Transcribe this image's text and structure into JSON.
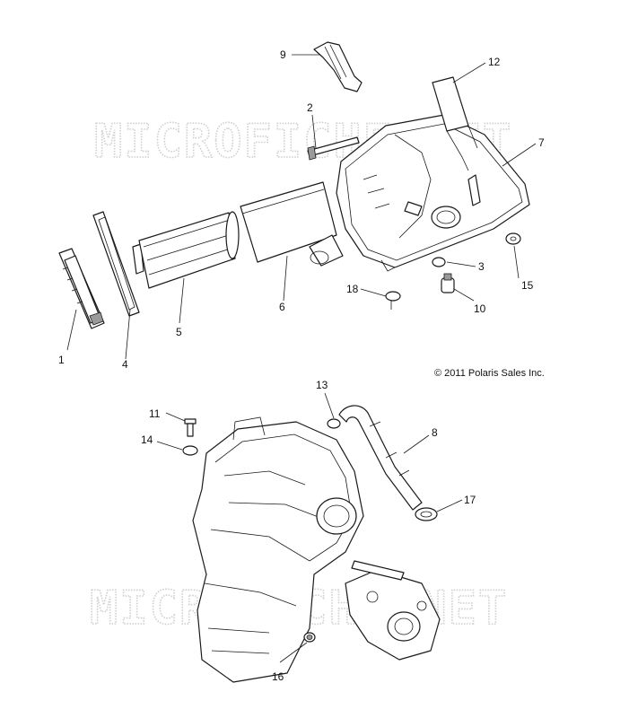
{
  "watermark": "MICROFICHE.NET",
  "copyright": "© 2011 Polaris Sales Inc.",
  "callouts": [
    {
      "id": "c1",
      "label": "1"
    },
    {
      "id": "c2",
      "label": "2"
    },
    {
      "id": "c3",
      "label": "3"
    },
    {
      "id": "c4",
      "label": "4"
    },
    {
      "id": "c5",
      "label": "5"
    },
    {
      "id": "c6",
      "label": "6"
    },
    {
      "id": "c7",
      "label": "7"
    },
    {
      "id": "c8",
      "label": "8"
    },
    {
      "id": "c9",
      "label": "9"
    },
    {
      "id": "c10",
      "label": "10"
    },
    {
      "id": "c11",
      "label": "11"
    },
    {
      "id": "c12",
      "label": "12"
    },
    {
      "id": "c13",
      "label": "13"
    },
    {
      "id": "c14",
      "label": "14"
    },
    {
      "id": "c15",
      "label": "15"
    },
    {
      "id": "c16",
      "label": "16"
    },
    {
      "id": "c17",
      "label": "17"
    },
    {
      "id": "c18",
      "label": "18"
    }
  ]
}
